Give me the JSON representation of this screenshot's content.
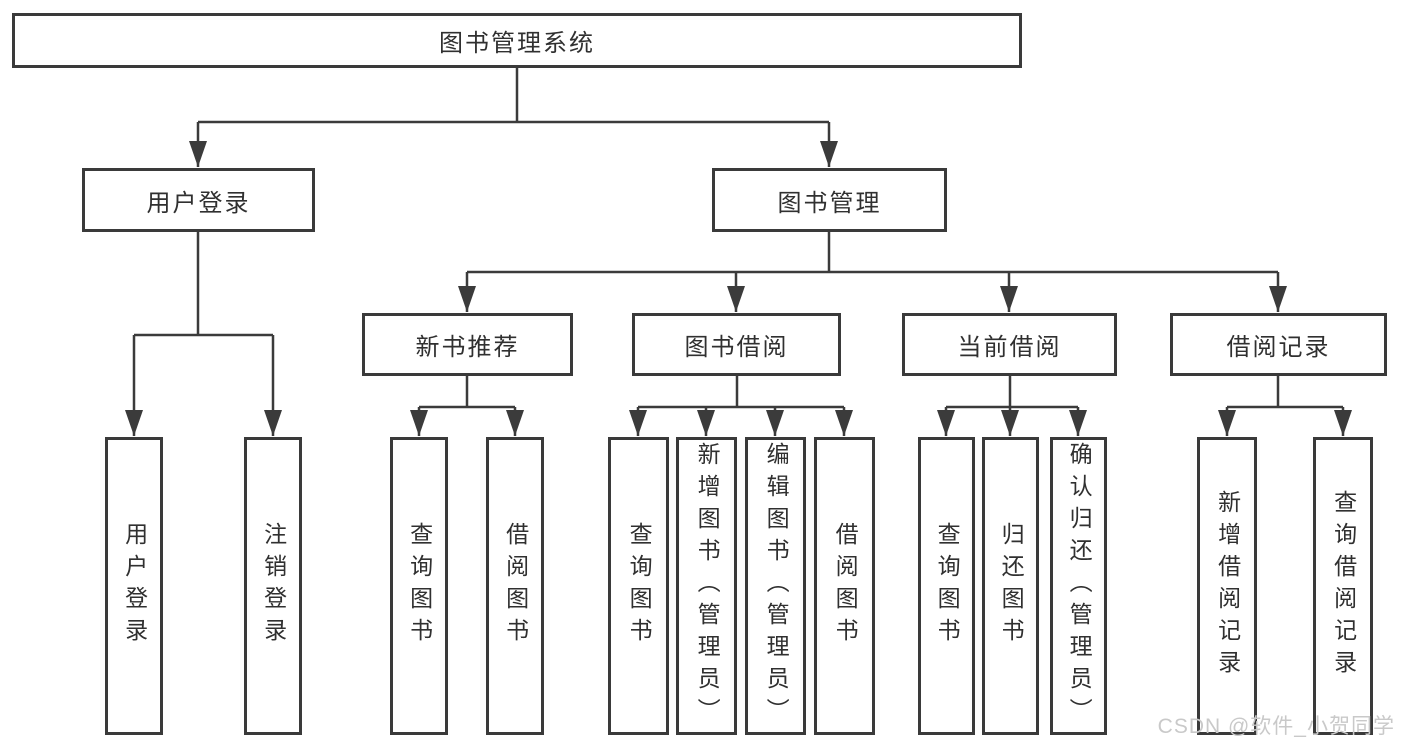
{
  "tree": {
    "root": {
      "label": "图书管理系统"
    },
    "branches": [
      {
        "label": "用户登录",
        "children": [
          {
            "label": "用户登录"
          },
          {
            "label": "注销登录"
          }
        ]
      },
      {
        "label": "图书管理",
        "children": [
          {
            "label": "新书推荐",
            "children": [
              {
                "label": "查询图书"
              },
              {
                "label": "借阅图书"
              }
            ]
          },
          {
            "label": "图书借阅",
            "children": [
              {
                "label": "查询图书"
              },
              {
                "label": "新增图书（管理员）"
              },
              {
                "label": "编辑图书（管理员）"
              },
              {
                "label": "借阅图书"
              }
            ]
          },
          {
            "label": "当前借阅",
            "children": [
              {
                "label": "查询图书"
              },
              {
                "label": "归还图书"
              },
              {
                "label": "确认归还（管理员）"
              }
            ]
          },
          {
            "label": "借阅记录",
            "children": [
              {
                "label": "新增借阅记录"
              },
              {
                "label": "查询借阅记录"
              }
            ]
          }
        ]
      }
    ]
  },
  "watermark": "CSDN @软件_小贺同学",
  "colors": {
    "background": "#ffffff",
    "line": "#3b3b3b",
    "box_border": "#3a3a3a",
    "text": "#303030",
    "watermark": "#c9c9c9"
  }
}
